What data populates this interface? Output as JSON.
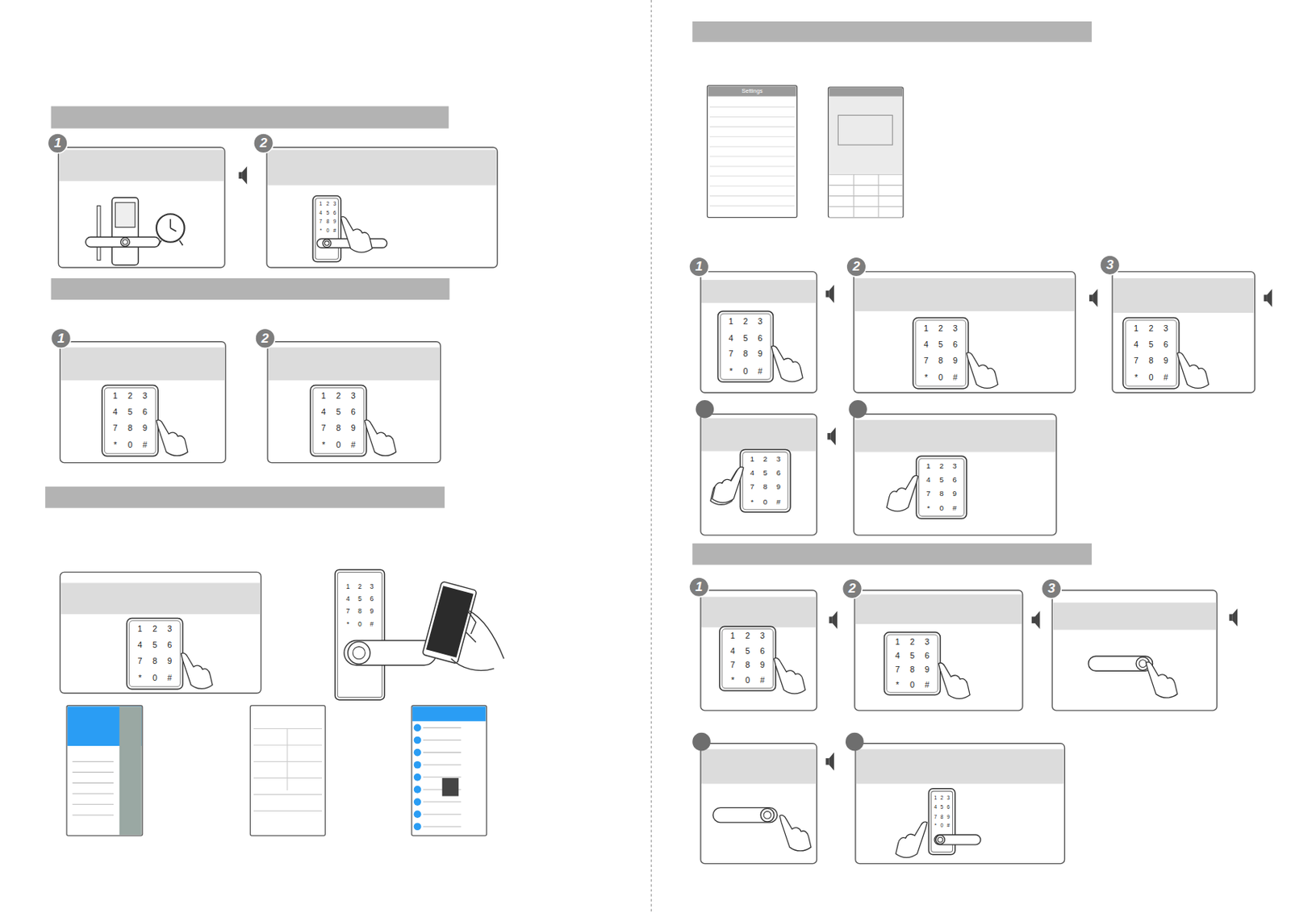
{
  "diagram": {
    "labels": [
      "1",
      "2",
      "3",
      "4",
      "5",
      "6",
      "7",
      "8",
      "9",
      "*",
      "0",
      "#",
      "1",
      "2",
      "3",
      "4",
      "5",
      "6",
      "7",
      "8",
      "9",
      "*",
      "0",
      "#",
      "1",
      "2",
      "3",
      "4",
      "5",
      "6",
      "7",
      "8",
      "9",
      "*",
      "0",
      "#",
      "1",
      "2",
      "3",
      "4",
      "5",
      "6",
      "7",
      "8",
      "9",
      "*",
      "0",
      "#",
      "1",
      "2",
      "3",
      "4",
      "5",
      "6",
      "7",
      "8",
      "9",
      "*",
      "0",
      "#",
      "1",
      "2",
      "3",
      "4",
      "5",
      "6",
      "7",
      "8",
      "9",
      "*",
      "0",
      "#",
      "1",
      "2",
      "3",
      "4",
      "5",
      "6",
      "7",
      "8",
      "9",
      "*",
      "0",
      "#",
      "1",
      "2",
      "3",
      "4",
      "5",
      "6",
      "7",
      "8",
      "9",
      "*",
      "0",
      "#",
      "1",
      "2",
      "3",
      "4",
      "5",
      "6",
      "7",
      "8",
      "9",
      "*",
      "0",
      "#",
      "1",
      "2",
      "3",
      "4",
      "5",
      "6",
      "7",
      "8",
      "9",
      "*",
      "0",
      "#",
      "1",
      "2",
      "3",
      "4",
      "5",
      "6",
      "7",
      "8",
      "9",
      "*",
      "0",
      "#",
      "1",
      "2",
      "3",
      "4",
      "5",
      "6",
      "7",
      "8",
      "9",
      "*",
      "0",
      "#",
      "1",
      "2",
      "3",
      "4",
      "5",
      "6",
      "7",
      "8",
      "9",
      "*",
      "0",
      "#",
      "1",
      "2",
      "1",
      "2",
      "1",
      "2",
      "3",
      "1",
      "2",
      "3",
      "Settings"
    ]
  }
}
